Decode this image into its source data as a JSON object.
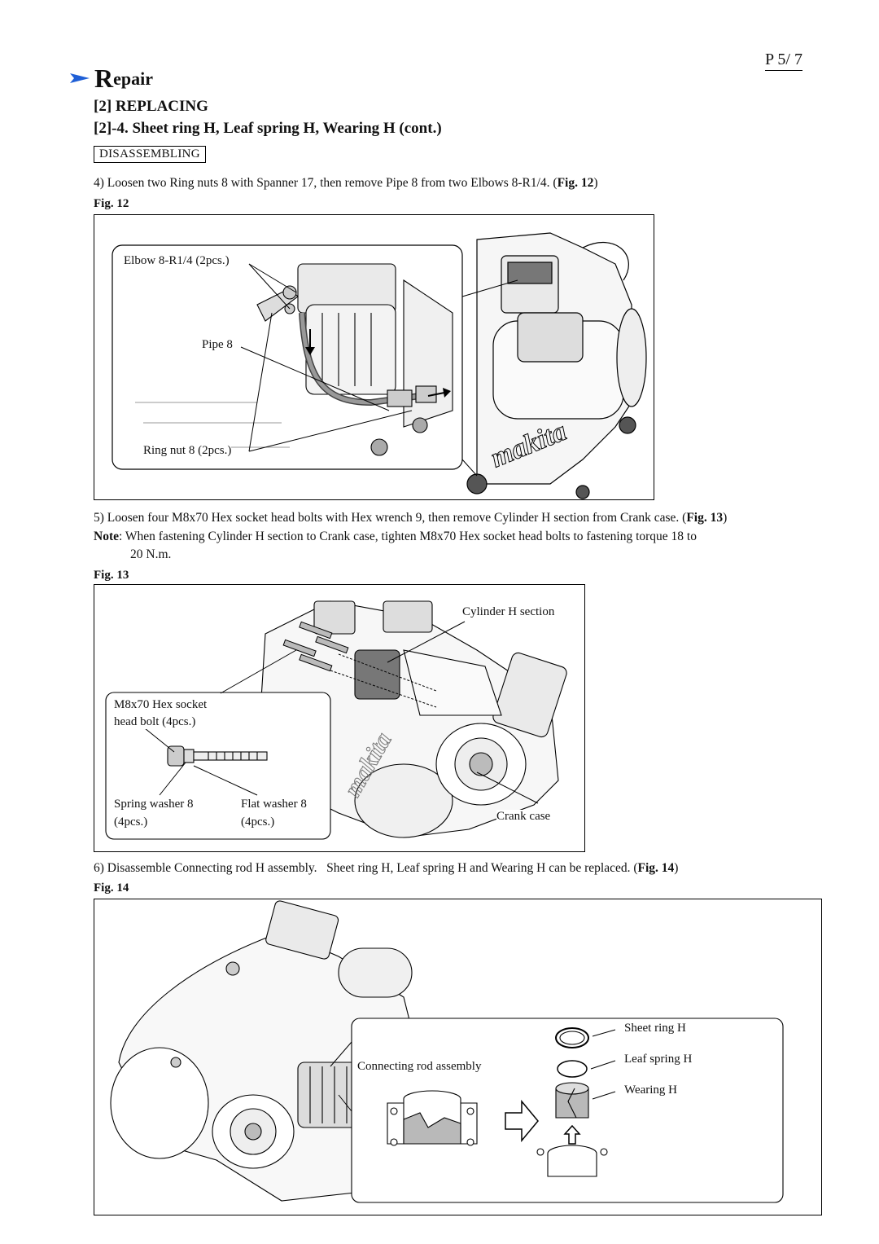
{
  "page": {
    "number": "P 5/ 7"
  },
  "header": {
    "repair_initial": "R",
    "repair_rest": "epair",
    "section": "[2] REPLACING",
    "subsection": "[2]-4. Sheet ring H, Leaf spring H, Wearing H (cont.)",
    "tag": "DISASSEMBLING"
  },
  "steps": {
    "s4_text": "4) Loosen two Ring nuts 8 with Spanner 17, then remove Pipe 8 from two Elbows 8-R1/4. (",
    "s4_ref": "Fig. 12",
    "s4_close": ")",
    "s5_text": "5) Loosen four M8x70 Hex socket head bolts with Hex wrench 9, then remove Cylinder H section from Crank case. (",
    "s5_ref": "Fig. 13",
    "s5_close": ")",
    "note_label": "Note",
    "note_text": ": When fastening Cylinder H section to Crank case, tighten M8x70 Hex socket head bolts to fastening torque 18 to",
    "note_cont": "20 N.m.",
    "s6_text": "6) Disassemble Connecting rod H assembly.   Sheet ring H, Leaf spring H and Wearing H can be replaced. (",
    "s6_ref": "Fig. 14",
    "s6_close": ")"
  },
  "fig12": {
    "label": "Fig. 12",
    "elbow": "Elbow 8-R1/4 (2pcs.)",
    "pipe": "Pipe 8",
    "ring_nut": "Ring nut 8 (2pcs.)",
    "brand": "makita"
  },
  "fig13": {
    "label": "Fig. 13",
    "cylinder": "Cylinder H section",
    "bolt_line1": "M8x70 Hex socket",
    "bolt_line2": "head bolt (4pcs.)",
    "spring_washer": "Spring washer 8",
    "spring_qty": "4pcs.)",
    "spring_qty_open": "(",
    "flat_washer": "Flat washer 8",
    "flat_qty": "4pcs.)",
    "flat_qty_open": "(",
    "crank": "Crank case",
    "brand": "makita"
  },
  "fig14": {
    "label": "Fig. 14",
    "sheet_ring": "Sheet ring H",
    "leaf_spring": "Leaf spring H",
    "wearing": "Wearing H",
    "conn_rod": "Connecting rod assembly"
  },
  "colors": {
    "arrow": "#1f5fd6",
    "line": "#000000",
    "fill_gray": "#b9b9b9"
  }
}
